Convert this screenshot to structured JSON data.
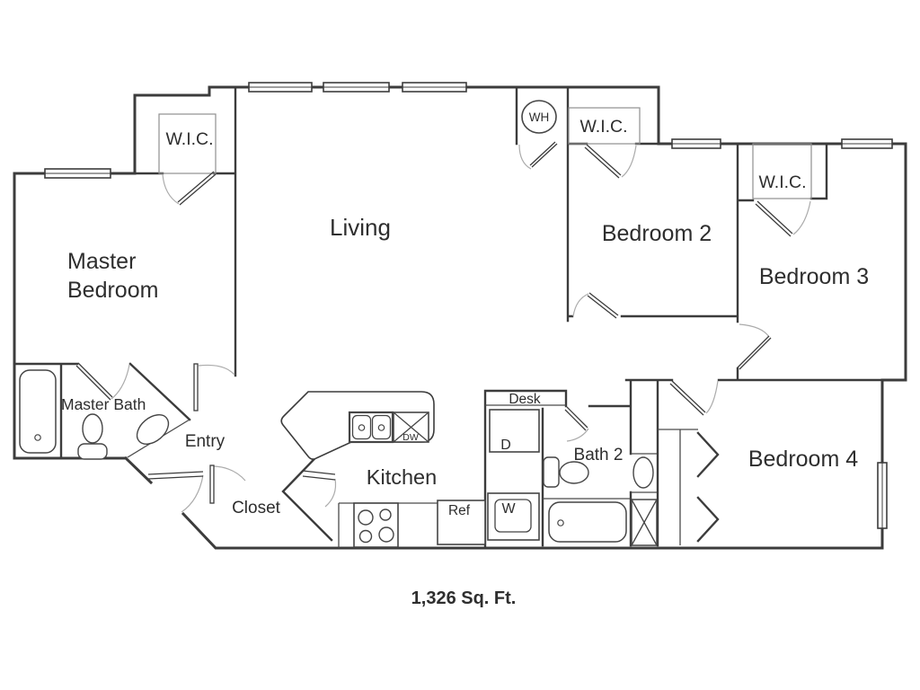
{
  "plan": {
    "area_label": "1,326 Sq. Ft.",
    "rooms": {
      "living": "Living",
      "master_line1": "Master",
      "master_line2": "Bedroom",
      "bedroom2": "Bedroom 2",
      "bedroom3": "Bedroom 3",
      "bedroom4": "Bedroom 4",
      "master_bath": "Master Bath",
      "bath2": "Bath 2",
      "kitchen": "Kitchen",
      "entry": "Entry",
      "closet": "Closet",
      "desk": "Desk",
      "wic_master": "W.I.C.",
      "wic_bedroom2": "W.I.C.",
      "wic_bedroom3": "W.I.C."
    },
    "fixtures": {
      "water_heater": "WH",
      "dishwasher": "DW",
      "refrigerator": "Ref",
      "washer": "W",
      "dryer": "D"
    },
    "colors": {
      "accent": "#9C4F36",
      "line": "#3c3c3c"
    }
  }
}
